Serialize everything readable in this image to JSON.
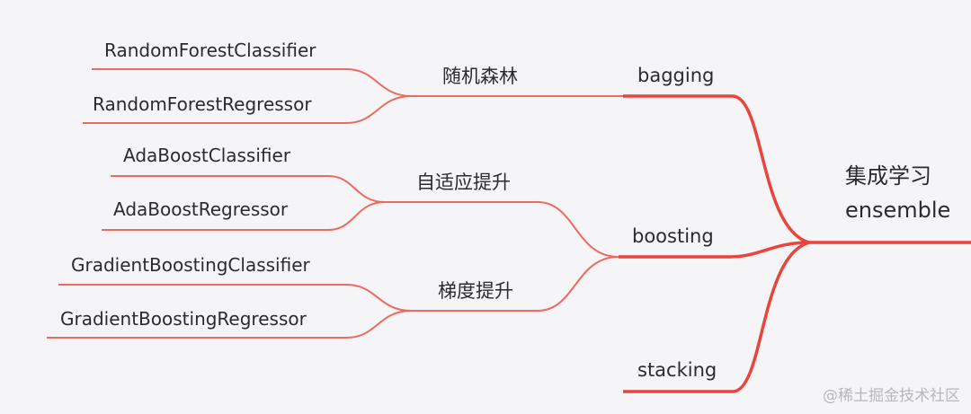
{
  "root": {
    "label_line1": "集成学习",
    "label_line2": "ensemble"
  },
  "methods": {
    "bagging": {
      "label": "bagging"
    },
    "boosting": {
      "label": "boosting"
    },
    "stacking": {
      "label": "stacking"
    }
  },
  "algorithms": {
    "random_forest": {
      "label": "随机森林"
    },
    "adaptive_boosting": {
      "label": "自适应提升"
    },
    "gradient_boosting": {
      "label": "梯度提升"
    }
  },
  "estimators": {
    "rf_classifier": "RandomForestClassifier",
    "rf_regressor": "RandomForestRegressor",
    "ada_classifier": "AdaBoostClassifier",
    "ada_regressor": "AdaBoostRegressor",
    "gb_classifier": "GradientBoostingClassifier",
    "gb_regressor": "GradientBoostingRegressor"
  },
  "colors": {
    "main_branch": "#e8453c",
    "sub_branch": "#ee6a60",
    "background": "#f5f5f8"
  },
  "watermark": "@稀土掘金技术社区"
}
